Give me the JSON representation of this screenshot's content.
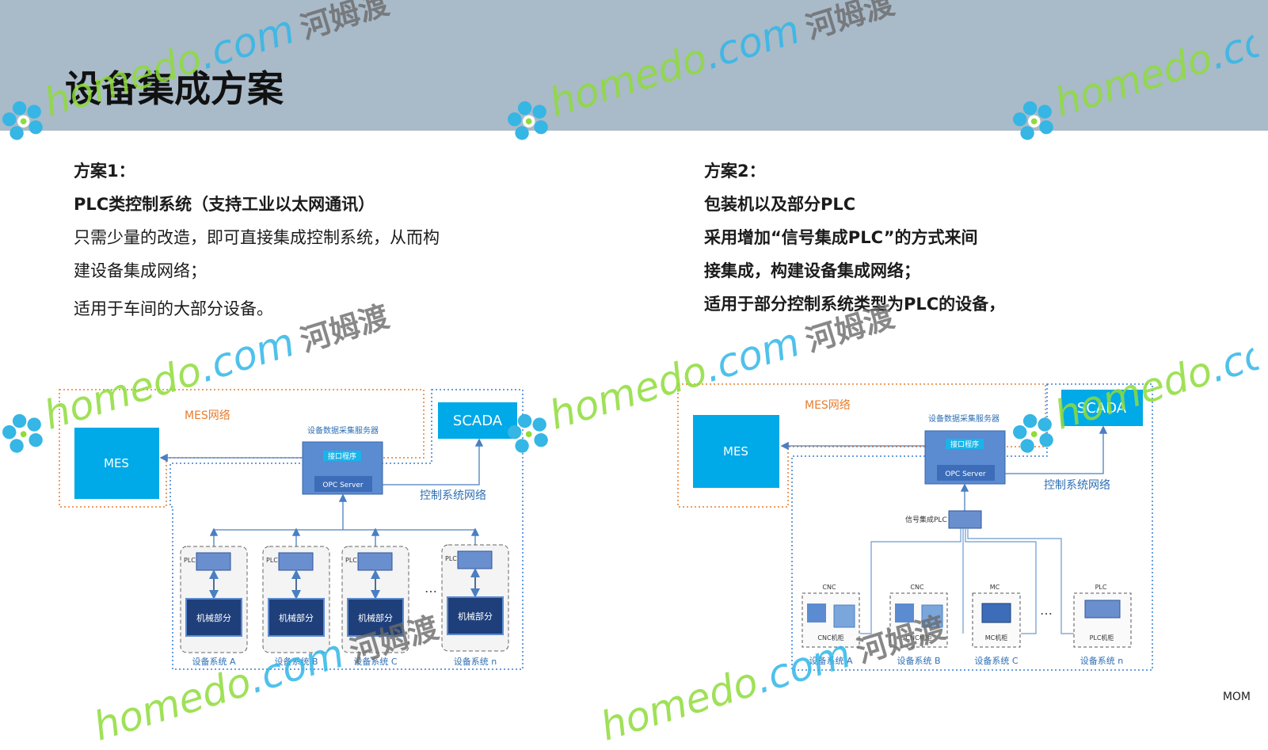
{
  "header": {
    "title": "设备集成方案"
  },
  "scheme1": {
    "heading": "方案1：",
    "subheading": "PLC类控制系统（支持工业以太网通讯）",
    "line1": "只需少量的改造，即可直接集成控制系统，从而构",
    "line2": "建设备集成网络；",
    "line3": "适用于车间的大部分设备。"
  },
  "scheme2": {
    "heading": "方案2：",
    "line1": "包装机以及部分PLC",
    "line2": "采用增加“信号集成PLC”的方式来间",
    "line3": "接集成，构建设备集成网络；",
    "line4": "适用于部分控制系统类型为PLC的设备，"
  },
  "diagram1": {
    "mes_network": "MES网络",
    "mes": "MES",
    "scada": "SCADA",
    "server_title": "设备数据采集服务器",
    "interface": "接口程序",
    "opc": "OPC Server",
    "control_network": "控制系统网络",
    "plc_label": "PLC",
    "machine_label": "机械部分",
    "ellipsis": "…",
    "systems": [
      "设备系统 A",
      "设备系统 B",
      "设备系统 C",
      "设备系统 n"
    ]
  },
  "diagram2": {
    "mes_network": "MES网络",
    "mes": "MES",
    "scada": "SCADA",
    "server_title": "设备数据采集服务器",
    "interface": "接口程序",
    "opc": "OPC Server",
    "control_network": "控制系统网络",
    "signal_plc": "信号集成PLC",
    "ellipsis": "…",
    "devices": [
      {
        "top": "CNC",
        "inner": "CNC机柜",
        "system": "设备系统 A"
      },
      {
        "top": "CNC",
        "inner": "CNC机柜",
        "system": "设备系统 B"
      },
      {
        "top": "MC",
        "inner": "MC机柜",
        "system": "设备系统 C"
      },
      {
        "top": "PLC",
        "inner": "PLC机柜",
        "system": "设备系统 n"
      }
    ]
  },
  "watermark": {
    "text": "homedo",
    "dot_com": ".com",
    "cn": "河姆渡"
  },
  "footer": {
    "tag": "MOM"
  },
  "colors": {
    "header_bg": "#a9bac9",
    "mes_blue": "#00a9e8",
    "server_blue": "#5b8bd0",
    "machine_navy": "#1f3f7a",
    "orange": "#e87d2f",
    "link_blue": "#2e6fb3"
  }
}
